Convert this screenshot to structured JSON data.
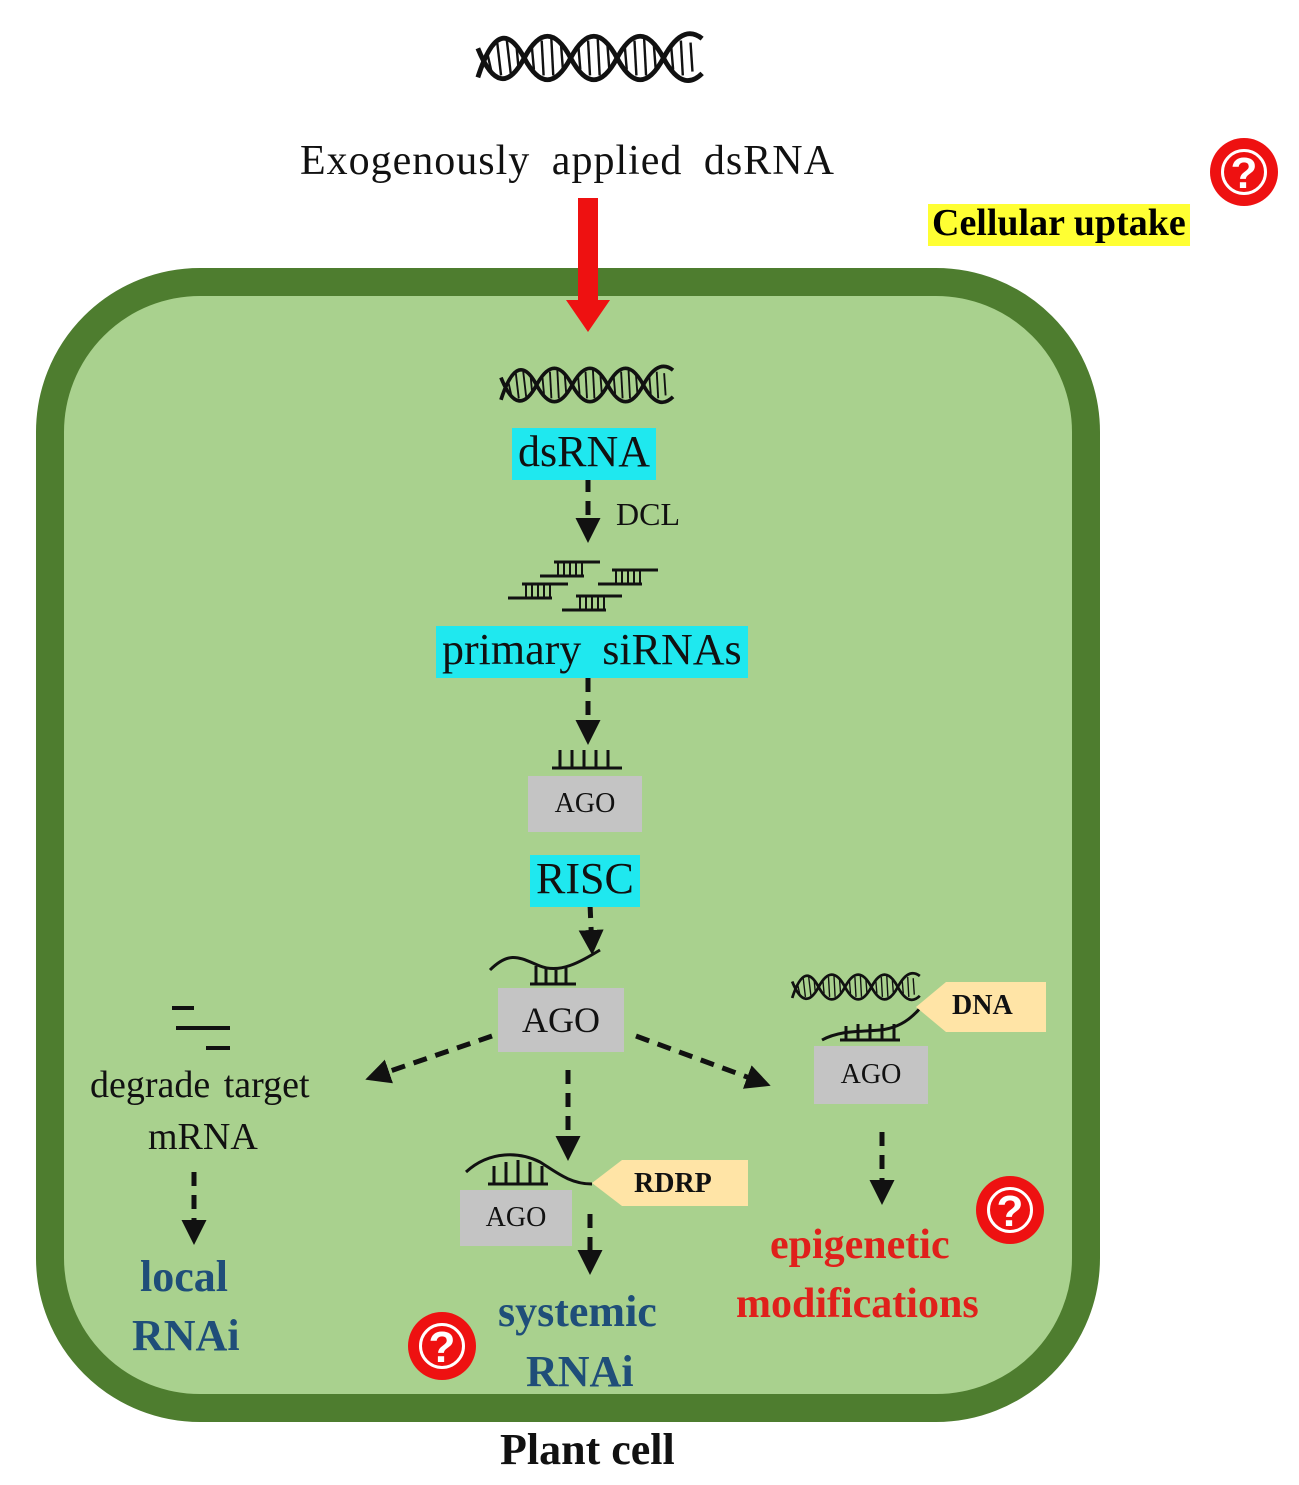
{
  "labels": {
    "exogenous": "Exogenously applied dsRNA",
    "cellular_uptake": "Cellular uptake",
    "dsrna": "dsRNA",
    "dcl": "DCL",
    "primary_sirnas": "primary  siRNAs",
    "ago": "AGO",
    "risc": "RISC",
    "dna": "DNA",
    "rdrp": "RDRP",
    "degrade_target": "degrade target",
    "mrna": "mRNA",
    "local": "local",
    "rnai": "RNAi",
    "systemic": "systemic",
    "epigenetic": "epigenetic",
    "modifications": "modifications",
    "plant_cell": "Plant cell",
    "question": "?"
  },
  "colors": {
    "cell_wall": "#4e7d2f",
    "cytoplasm": "#a9d18e",
    "highlight_cyan": "#1fe8ef",
    "highlight_yellow": "#ffff33",
    "uptake_arrow": "#ee1111",
    "ago_box": "#c4c4c4",
    "tag_fill": "#ffe4a6",
    "blue_text": "#1f4e79",
    "red_text": "#e0201b"
  },
  "icons": [
    "dna-helix-icon",
    "sirna-duplex-icon",
    "question-mark-icon",
    "mrna-fragment-icon"
  ]
}
